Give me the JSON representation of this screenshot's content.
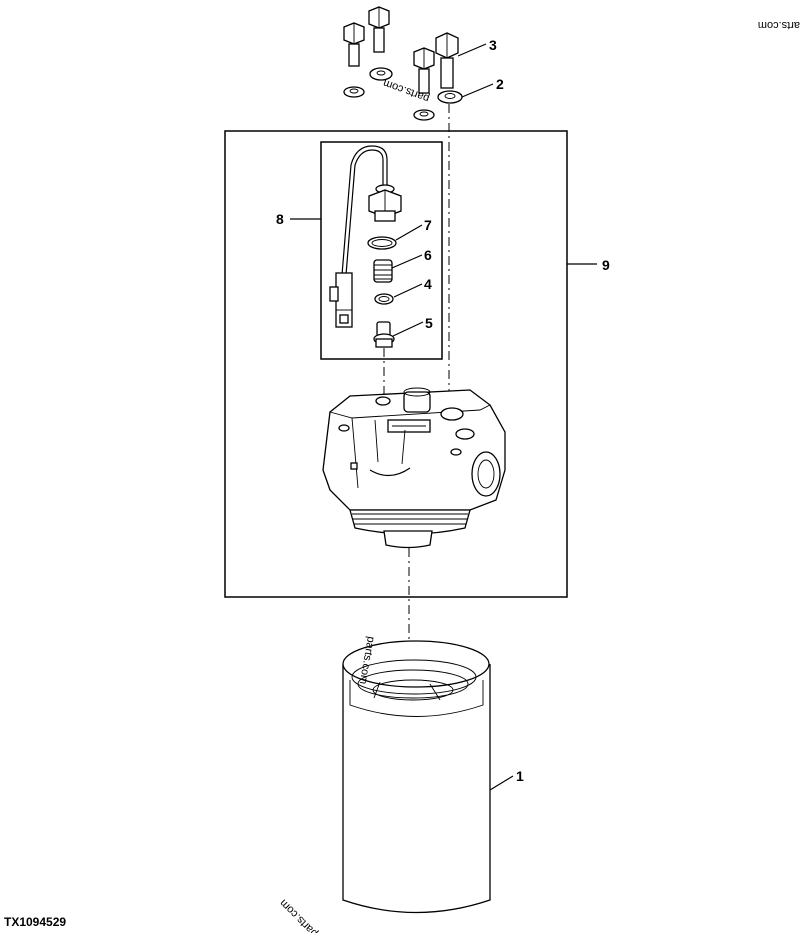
{
  "figure_id": "TX1094529",
  "watermarks": [
    "arts.com",
    "parts.com",
    "parts.com",
    "parts.com"
  ],
  "callouts": [
    {
      "id": "callout-1",
      "label": "1"
    },
    {
      "id": "callout-2",
      "label": "2"
    },
    {
      "id": "callout-3",
      "label": "3"
    },
    {
      "id": "callout-4",
      "label": "4"
    },
    {
      "id": "callout-5",
      "label": "5"
    },
    {
      "id": "callout-6",
      "label": "6"
    },
    {
      "id": "callout-7",
      "label": "7"
    },
    {
      "id": "callout-8",
      "label": "8"
    },
    {
      "id": "callout-9",
      "label": "9"
    }
  ]
}
